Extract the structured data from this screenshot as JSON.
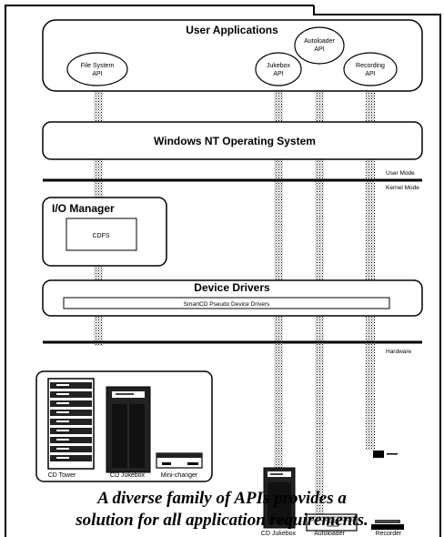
{
  "user_apps": {
    "title": "User Applications",
    "apis": [
      "File System API",
      "Jukebox API",
      "Autoloader API",
      "Recording API"
    ]
  },
  "os": {
    "title": "Windows NT Operating System"
  },
  "modes": {
    "user": "User Mode",
    "kernel": "Kernel Mode",
    "hardware": "Hardware"
  },
  "io_manager": {
    "title": "I/O Manager",
    "inner": "CDFS"
  },
  "drivers": {
    "title": "Device Drivers",
    "inner": "SmartCD Pseudo Device Drivers"
  },
  "hardware": {
    "left_group": [
      "CD Tower",
      "CD Jukebox",
      "Mini-changer"
    ],
    "right_group": [
      "CD Jukebox",
      "Autoloader",
      "Recorder"
    ]
  },
  "caption": {
    "line1": "A diverse family of APIs provides a",
    "line2": "solution for all application requirements."
  }
}
